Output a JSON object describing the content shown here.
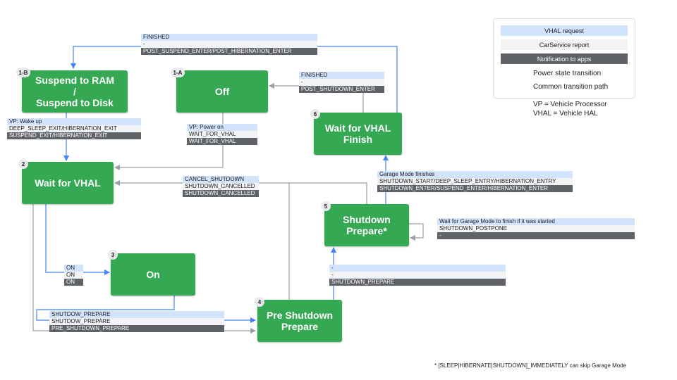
{
  "colors": {
    "state_fill": "#34a853",
    "vhal_request": "#d2e3fc",
    "carservice_report": "#f1f3f4",
    "notification": "#5f6368",
    "power_state_transition": "#9aa0a6",
    "common_transition_path": "#4285f4"
  },
  "states": {
    "suspend": {
      "id": "1-B",
      "line1": "Suspend to RAM",
      "line2": "/",
      "line3": "Suspend to Disk"
    },
    "off": {
      "id": "1-A",
      "name": "Off"
    },
    "wait_vhal": {
      "id": "2",
      "name": "Wait for VHAL"
    },
    "on": {
      "id": "3",
      "name": "On"
    },
    "pre_shutdown": {
      "id": "4",
      "line1": "Pre Shutdown",
      "line2": "Prepare"
    },
    "shutdown_prepare": {
      "id": "5",
      "line1": "Shutdown",
      "line2": "Prepare*"
    },
    "wait_vhal_finish": {
      "id": "6",
      "line1": "Wait for VHAL",
      "line2": "Finish"
    }
  },
  "labels": {
    "top_finished": {
      "req": "FINISHED",
      "rep": "-",
      "note": "POST_SUSPEND_ENTER/POST_HIBERNATION_ENTER"
    },
    "off_finished": {
      "req": "FINISHED",
      "rep": "-",
      "note": "POST_SHUTDOWN_ENTER"
    },
    "wakeup": {
      "req": "VP: Wake up",
      "rep": "DEEP_SLEEP_EXIT/HIBERNATION_EXIT",
      "note": "SUSPEND_EXIT/HIBERNATION_EXIT"
    },
    "power_on": {
      "req": "VP: Power on",
      "rep": "WAIT_FOR_VHAL",
      "note": "WAIT_FOR_VHAL"
    },
    "cancel": {
      "req": "CANCEL_SHUTDOWN",
      "rep": "SHUTDOWN_CANCELLED",
      "note": "SHUTDOWN_CANCELLED"
    },
    "garage_finish": {
      "req": "Garage Mode finishes",
      "rep": "SHUTDOWN_START/DEEP_SLEEP_ENTRY/HIBERNATION_ENTRY",
      "note": "SHUTDOWN_ENTER/SUSPEND_ENTER/HIBERNATION_ENTER"
    },
    "postpone": {
      "req": "Wait for Garage Mode to finish if it was started",
      "rep": "SHUTDOWN_POSTPONE",
      "note": "-"
    },
    "on_label": {
      "req": "ON",
      "rep": "ON",
      "note": "ON"
    },
    "shutdown_prep": {
      "req": "-",
      "rep": "-",
      "note": "SHUTDOWN_PREPARE"
    },
    "pre_shutdown": {
      "req": "SHUTDOW_PREPARE",
      "rep": "SHUTDOW_PREPARE",
      "note": "PRE_SHUTDOWN_PREPARE"
    }
  },
  "legend": {
    "vhal_request": "VHAL request",
    "carservice_report": "CarService report",
    "notification": "Notification to apps",
    "power_state_transition": "Power state transition",
    "common_transition_path": "Common transition path",
    "vp": "VP = Vehicle Processor",
    "vhal": "VHAL = Vehicle HAL"
  },
  "footnote": "* [SLEEP|HIBERNATE|SHUTDOWN]_IMMEDIATELY can skip Garage Mode"
}
